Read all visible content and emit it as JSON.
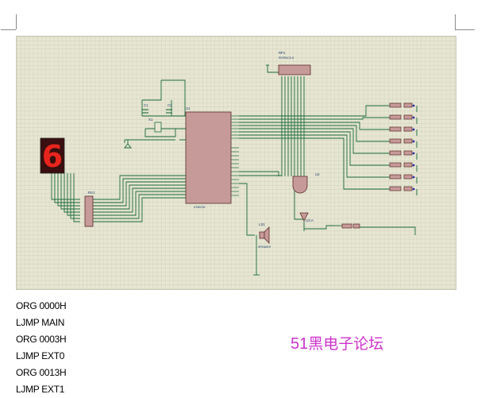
{
  "document": {
    "code_lines": [
      "ORG 0000H",
      "LJMP MAIN",
      "ORG 0003H",
      "LJMP EXT0",
      "ORG 0013H",
      "LJMP EXT1"
    ],
    "watermark_number": "51",
    "watermark_text": "黑电子论坛"
  },
  "schematic": {
    "seven_segment_digit": "6",
    "labels": {
      "rp1": "RP1",
      "rp1_value": "RESPACK-8",
      "u1": "U1",
      "u1_part": "AT89C51",
      "c1": "C1",
      "c2": "C2",
      "x1": "X1",
      "rv1": "RV1",
      "u2": "U2",
      "u3a": "U3:A",
      "ls1": "LS1",
      "ls1_part": "SPEAKER"
    },
    "colors": {
      "background": "#e6e6d2",
      "grid": "#c8c8b2",
      "wire": "#1a6b3a",
      "chip": "#c79a9a",
      "segment_on": "#e8251d",
      "segment_panel": "#3a0f0f",
      "watermark": "#cc33cc"
    }
  }
}
